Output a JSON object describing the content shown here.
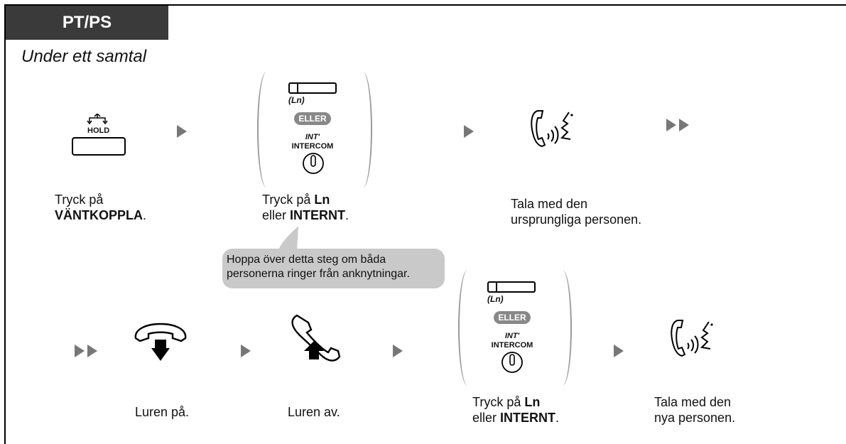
{
  "header": {
    "tab_label": "PT/PS",
    "subtitle": "Under ett samtal"
  },
  "keys": {
    "hold_label": "HOLD",
    "ln_label": "(Ln)",
    "eller": "ELLER",
    "int_label": "INT'",
    "intercom_label": "INTERCOM"
  },
  "steps_row1": {
    "step1": {
      "line1": "Tryck på",
      "line2_bold": "VÄNTKOPPLA",
      "line2_tail": "."
    },
    "step2": {
      "line1_pre": "Tryck på ",
      "line1_bold": "Ln",
      "line2_pre": "eller ",
      "line2_bold": "INTERNT",
      "line2_tail": "."
    },
    "step3": {
      "line1": "Tala med den",
      "line2": "ursprungliga personen."
    }
  },
  "bubble_note": {
    "line1": "Hoppa över detta steg om båda",
    "line2": "personerna ringer från anknytningar."
  },
  "steps_row2": {
    "step1": {
      "line1": "Luren på."
    },
    "step2": {
      "line1": "Luren av."
    },
    "step3": {
      "line1_pre": "Tryck på ",
      "line1_bold": "Ln",
      "line2_pre": "eller ",
      "line2_bold": "INTERNT",
      "line2_tail": "."
    },
    "step4": {
      "line1": "Tala med den",
      "line2": "nya personen."
    }
  },
  "colors": {
    "tab_bg": "#3a3a3a",
    "arrow": "#777777",
    "bubble": "#c9c9c9",
    "eller_pill": "#888888"
  }
}
